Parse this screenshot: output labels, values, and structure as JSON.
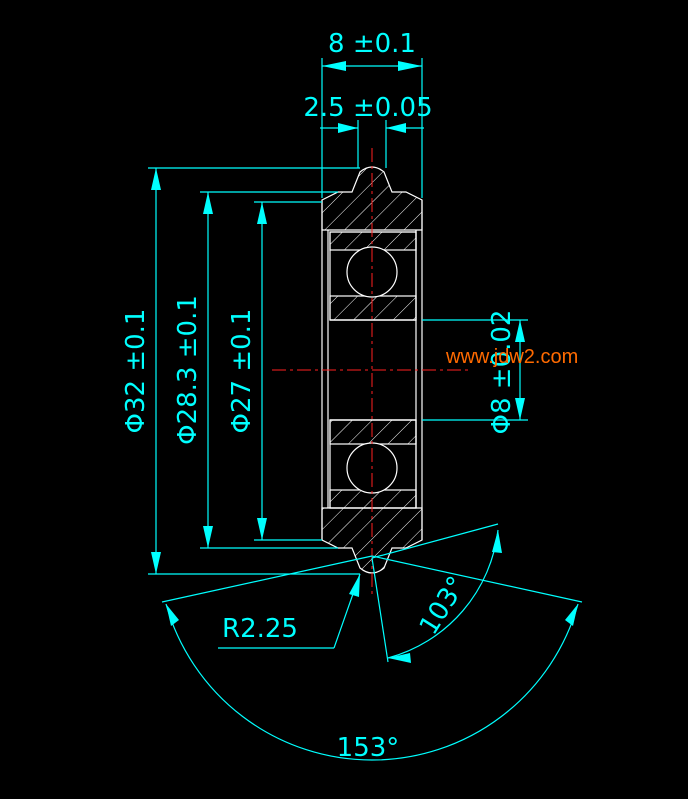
{
  "colors": {
    "background": "#000000",
    "dimension": "#00ffff",
    "part_outline": "#ffffff",
    "centerline": "#ff2020",
    "watermark": "#ff6a00"
  },
  "dimensions": {
    "width_overall": "8 ±0.1",
    "groove_width": "2.5 ±0.05",
    "outer_diameter": "Φ32 ±0.1",
    "pitch_diameter": "Φ28.3 ±0.1",
    "inner_ring_diameter": "Φ27 ±0.1",
    "bore_diameter": "Φ8 ±0.02",
    "groove_radius": "R2.25",
    "angle_small": "103°",
    "angle_large": "153°"
  },
  "watermark": "www.jdw2.com"
}
